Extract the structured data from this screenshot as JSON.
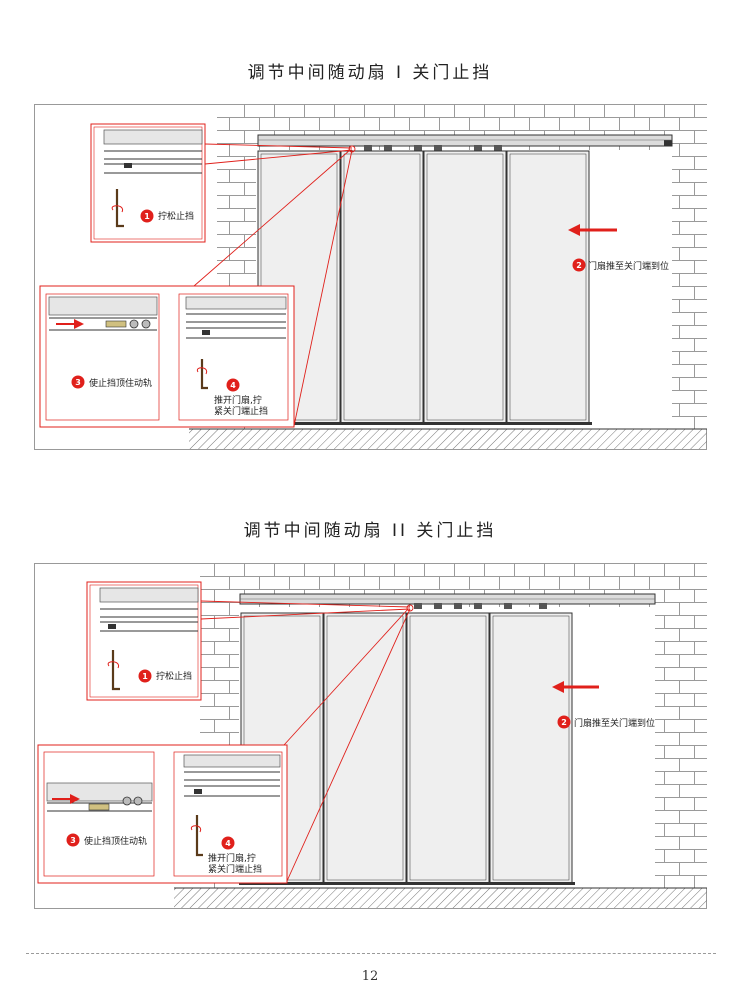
{
  "sections": [
    {
      "title": "调节中间随动扇 I 关门止挡",
      "steps": [
        {
          "n": "1",
          "text": "拧松止挡"
        },
        {
          "n": "2",
          "text": "门扇推至关门端到位"
        },
        {
          "n": "3",
          "text": "使止挡顶住动轨"
        },
        {
          "n": "4",
          "line1": "推开门扇,拧",
          "line2": "紧关门端止挡"
        }
      ]
    },
    {
      "title": "调节中间随动扇 II 关门止挡",
      "steps": [
        {
          "n": "1",
          "text": "拧松止挡"
        },
        {
          "n": "2",
          "text": "门扇推至关门端到位"
        },
        {
          "n": "3",
          "text": "使止挡顶住动轨"
        },
        {
          "n": "4",
          "line1": "推开门扇,拧",
          "line2": "紧关门端止挡"
        }
      ]
    }
  ],
  "page_number": "12",
  "colors": {
    "accent": "#e0201b",
    "panel": "#efefef",
    "line": "#333333",
    "brick": "#9a9a9a"
  }
}
